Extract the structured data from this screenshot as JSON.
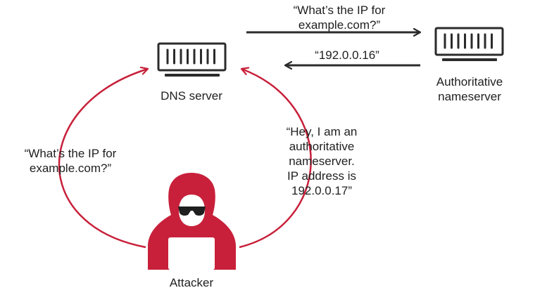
{
  "nodes": {
    "dns_server": {
      "label": "DNS server"
    },
    "authoritative": {
      "label_lines": [
        "Authoritative",
        "nameserver"
      ]
    },
    "attacker": {
      "label": "Attacker"
    }
  },
  "messages": {
    "query_top": [
      "“What’s the IP for",
      "example.com?”"
    ],
    "response_top": "“192.0.0.16”",
    "query_left": [
      "“What’s the IP for",
      "example.com?”"
    ],
    "spoof_response": [
      "“Hey, I am an",
      "authoritative",
      "nameserver.",
      "IP address is",
      "192.0.0.17”"
    ]
  },
  "colors": {
    "ink": "#2b2b2b",
    "attack_red": "#c8203a",
    "background": "#ffffff"
  },
  "icons": {
    "server": "server-icon",
    "attacker": "hooded-hacker-icon"
  }
}
